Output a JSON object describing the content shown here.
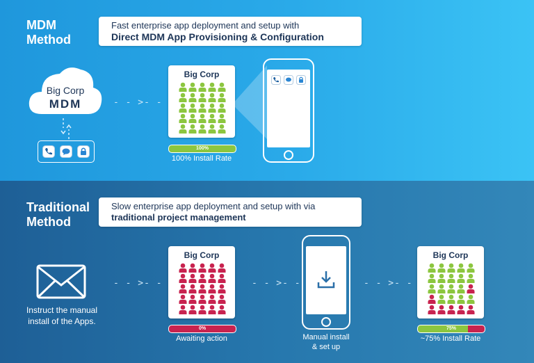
{
  "mdm": {
    "title_l1": "MDM",
    "title_l2": "Method",
    "banner_l1": "Fast enterprise app deployment and setup with",
    "banner_l2": "Direct MDM App Provisioning & Configuration",
    "cloud_l1": "Big Corp",
    "cloud_l2": "MDM",
    "card_title": "Big Corp",
    "progress": 1.0,
    "progress_label": "100%",
    "caption": "100% Install Rate",
    "icons": [
      "phone-icon",
      "chat-icon",
      "lock-icon"
    ]
  },
  "traditional": {
    "title_l1": "Traditional",
    "title_l2": "Method",
    "banner_l1": "Slow enterprise app deployment and setup with via",
    "banner_l2": "traditional project management",
    "instruct_l1": "Instruct the manual",
    "instruct_l2": "install of the Apps.",
    "card1_title": "Big Corp",
    "progress1": 0.0,
    "progress1_label": "0%",
    "caption1": "Awaiting action",
    "phone_caption_l1": "Manual install",
    "phone_caption_l2": "& set up",
    "card2_title": "Big Corp",
    "progress2": 0.75,
    "progress2_label": "75%",
    "caption2": "~75% Install Rate"
  },
  "colors": {
    "green": "#8cc63f",
    "red": "#c8234f",
    "navy": "#1d3557"
  }
}
